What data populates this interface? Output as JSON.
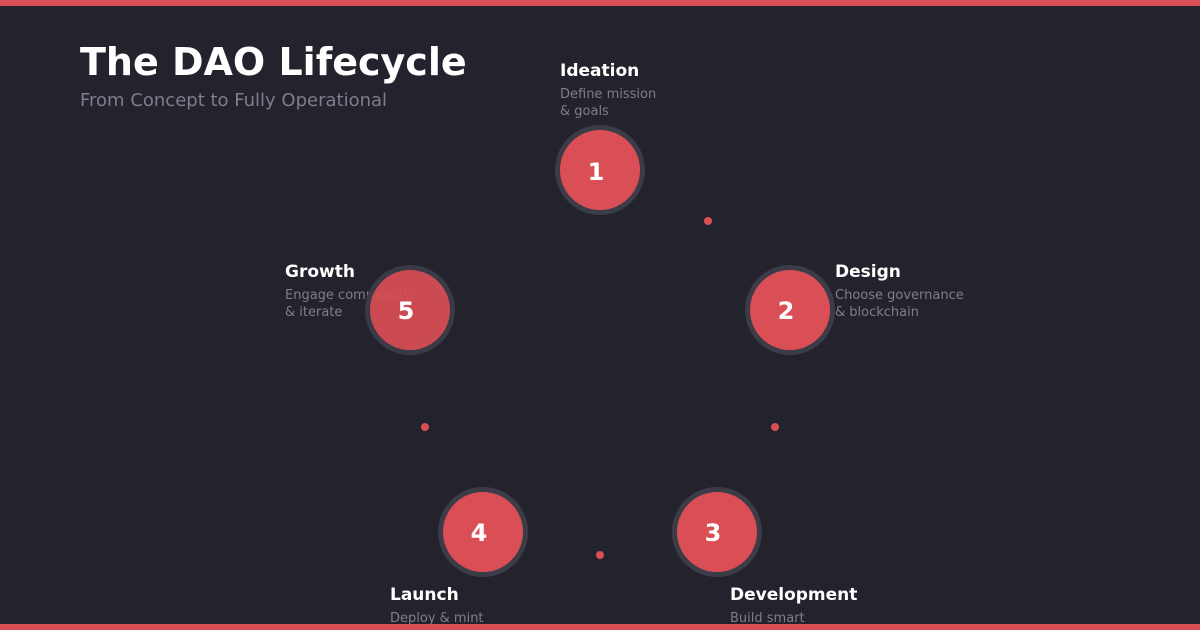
{
  "header": {
    "title": "The DAO Lifecycle",
    "subtitle": "From Concept to Fully Operational"
  },
  "colors": {
    "accent": "#d94f55",
    "background": "#23232d",
    "ring": "#3c3c48",
    "muted_text": "#7e7e8c"
  },
  "steps": [
    {
      "number": "1",
      "title": "Ideation",
      "desc_line1": "Define mission",
      "desc_line2": "& goals"
    },
    {
      "number": "2",
      "title": "Design",
      "desc_line1": "Choose governance",
      "desc_line2": "& blockchain"
    },
    {
      "number": "3",
      "title": "Development",
      "desc_line1": "Build smart",
      "desc_line2": ""
    },
    {
      "number": "4",
      "title": "Launch",
      "desc_line1": "Deploy & mint",
      "desc_line2": ""
    },
    {
      "number": "5",
      "title": "Growth",
      "desc_line1": "Engage community",
      "desc_line2": "& iterate"
    }
  ]
}
